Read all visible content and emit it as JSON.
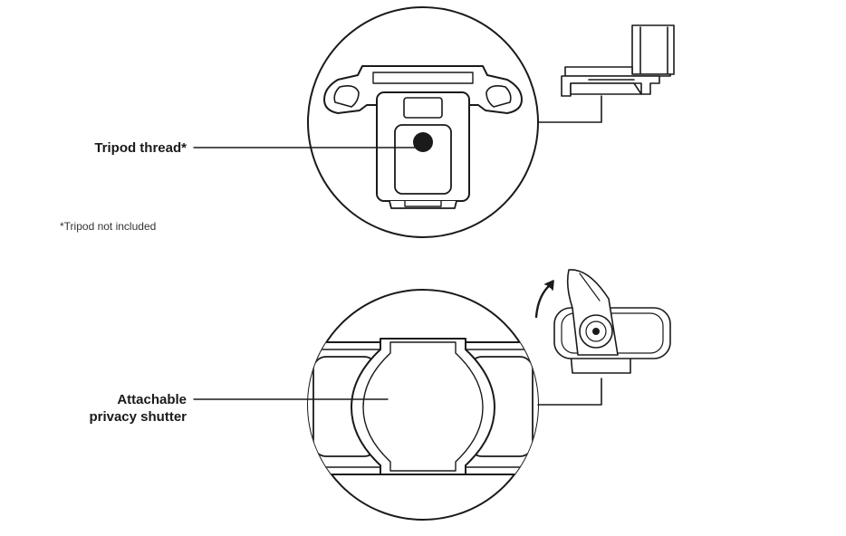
{
  "callouts": {
    "tripod_thread": "Tripod thread*",
    "privacy_shutter_line1": "Attachable",
    "privacy_shutter_line2": "privacy shutter"
  },
  "footnote": "*Tripod not included",
  "colors": {
    "line": "#1a1a1a",
    "fill": "#ffffff",
    "shade": "#f2f2f2"
  }
}
